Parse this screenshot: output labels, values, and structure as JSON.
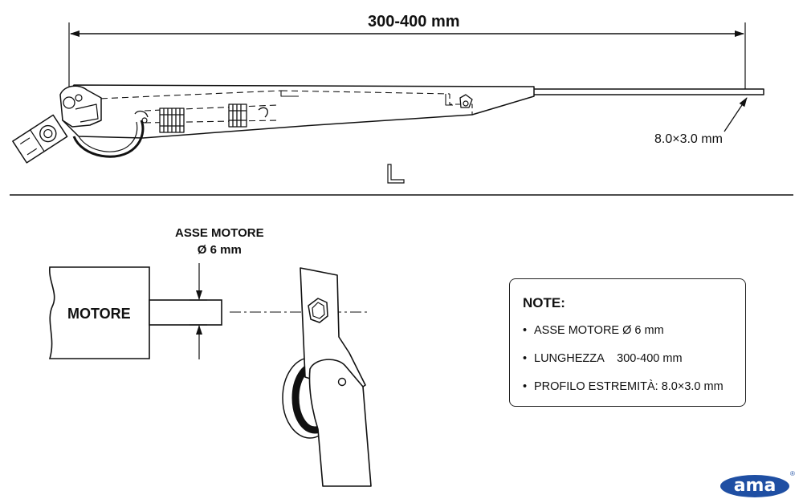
{
  "dimensions": {
    "length_label": "300-400 mm",
    "profile_label": "8.0×3.0 mm"
  },
  "shaft": {
    "title": "ASSE MOTORE",
    "diameter": "Ø 6 mm"
  },
  "motor": {
    "label": "MOTORE"
  },
  "notes": {
    "title": "NOTE:",
    "items": [
      "ASSE MOTORE Ø 6 mm",
      "LUNGHEZZA    300-400 mm",
      "PROFILO ESTREMITÀ: 8.0×3.0 mm"
    ]
  },
  "logo": {
    "text": "ama",
    "mark": "®",
    "color": "#1f4fa3"
  }
}
